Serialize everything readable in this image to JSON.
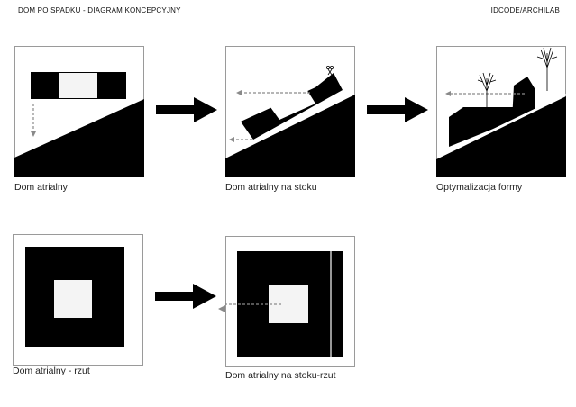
{
  "header": {
    "title": "DOM PO SPADKU - DIAGRAM KONCEPCYJNY",
    "credit": "IDCODE/ARCHILAB"
  },
  "captions": {
    "atrium_house": "Dom atrialny",
    "atrium_on_slope": "Dom atrialny na stoku",
    "form_optimization": "Optymalizacja formy",
    "atrium_plan": "Dom atrialny - rzut",
    "atrium_on_slope_plan": "Dom atrialny na stoku-rzut"
  },
  "colors": {
    "fill": "#000000",
    "courtyard": "#f4f4f4",
    "dashed_arrow": "#8a8a8a",
    "frame": "#9a9a9a"
  }
}
